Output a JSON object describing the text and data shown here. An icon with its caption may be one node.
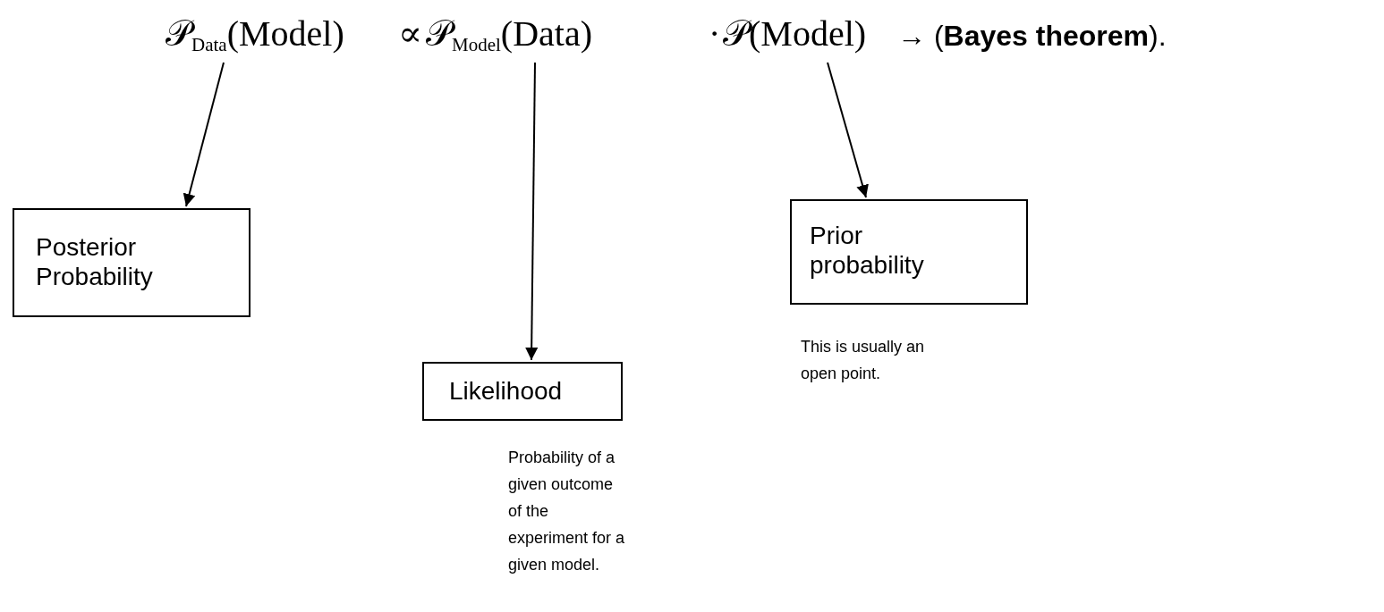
{
  "diagram": {
    "nodes": [
      {
        "text": [
          "𝒫$_{Data}$(Model)"
        ]
      },
      {
        "text": [
          "𝒫$_{Model}$(Data)"
        ]
      },
      {
        "text": [
          "𝒫(Model)"
        ]
      },
      {
        "text": [
          "Posterior Probability"
        ]
      },
      {
        "text": [
          "Likelihood"
        ],
        "beside": [
          "Probability of a given outcome of the experiment for a given model."
        ]
      },
      {
        "text": [
          "Prior probability"
        ],
        "beside": [
          "This is usually an open point."
        ]
      }
    ],
    "edges": [
      {
        "from": 0,
        "to": 3,
        "arrow": "to"
      },
      {
        "from": 1,
        "to": 4,
        "arrow": "to"
      },
      {
        "from": 2,
        "to": 5,
        "arrow": "to"
      }
    ],
    "labels": [
      "∝",
      "·",
      "→ (**Bayes theorem**)."
    ]
  }
}
